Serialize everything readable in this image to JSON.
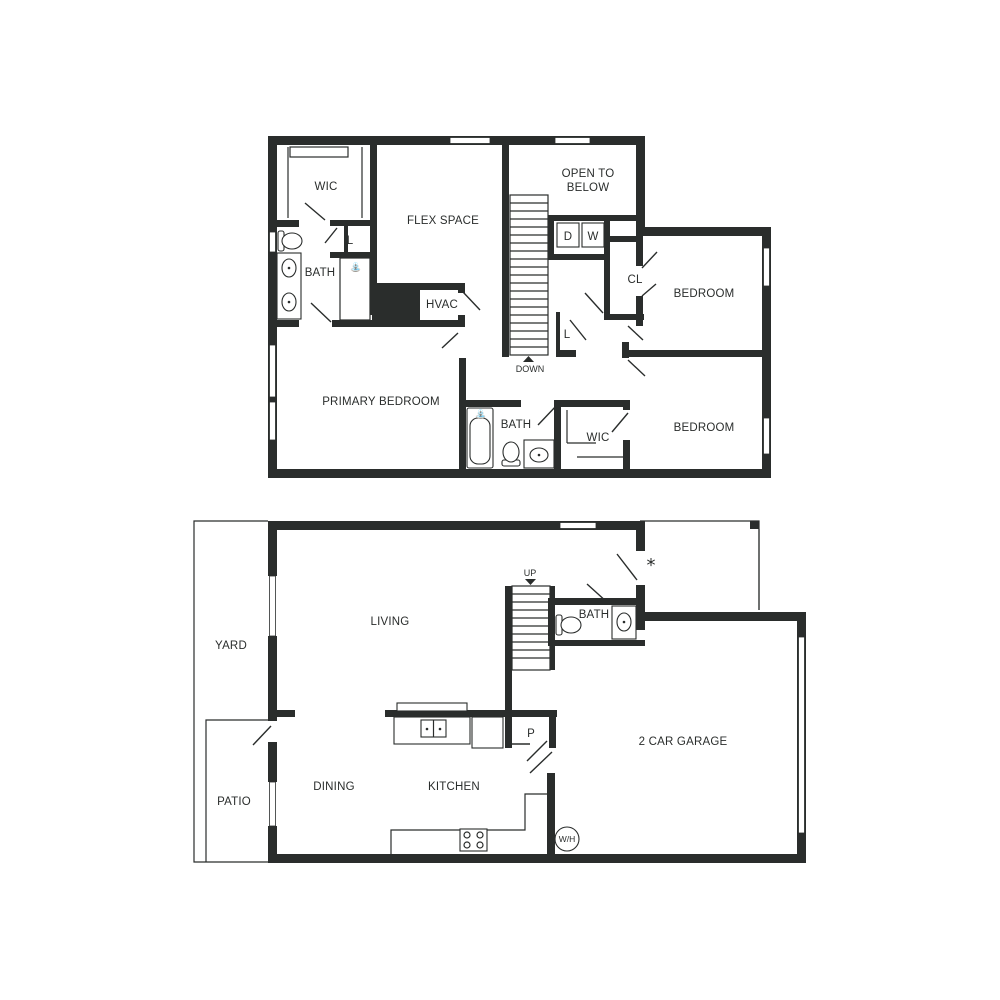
{
  "upper_floor": {
    "rooms": {
      "wic_primary": "WIC",
      "flex_space": "FLEX SPACE",
      "open_to_below_1": "OPEN TO",
      "open_to_below_2": "BELOW",
      "dryer": "D",
      "washer": "W",
      "linen_1": "L",
      "bath_primary": "BATH",
      "hvac": "HVAC",
      "closet": "CL",
      "bedroom_1": "BEDROOM",
      "linen_2": "L",
      "stairs_down": "DOWN",
      "primary_bedroom": "PRIMARY BEDROOM",
      "bath_hall": "BATH",
      "wic_bedroom": "WIC",
      "bedroom_2": "BEDROOM"
    }
  },
  "lower_floor": {
    "rooms": {
      "stairs_up": "UP",
      "bath_half": "BATH",
      "living": "LIVING",
      "yard": "YARD",
      "pantry": "P",
      "garage": "2 CAR GARAGE",
      "dining": "DINING",
      "kitchen": "KITCHEN",
      "patio": "PATIO",
      "water_heater": "W/H",
      "asterisk": "*"
    }
  }
}
